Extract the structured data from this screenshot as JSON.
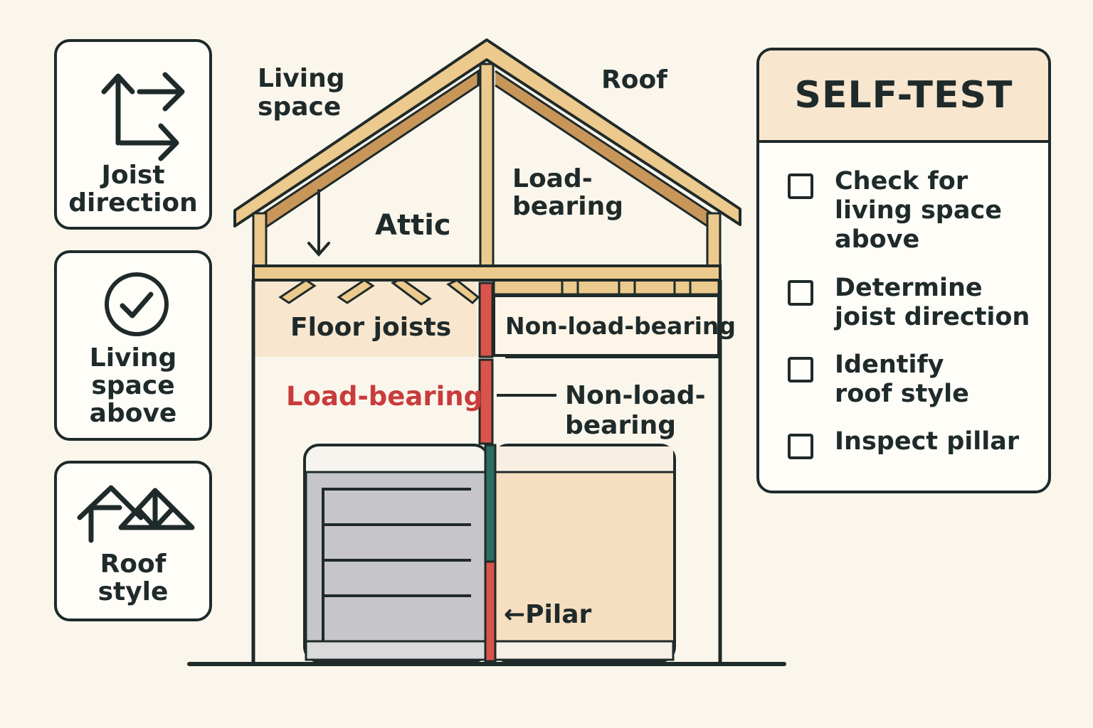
{
  "cards": [
    {
      "label": "Joist\ndirection",
      "icon": "joist-arrows-icon"
    },
    {
      "label": "Living\nspace\nabove",
      "icon": "check-circle-icon"
    },
    {
      "label": "Roof\nstyle",
      "icon": "roof-truss-icon"
    }
  ],
  "diagram": {
    "living_space": [
      "Living",
      "space"
    ],
    "roof": "Roof",
    "attic": "Attic",
    "load_bearing_upper": [
      "Load-",
      "bearing"
    ],
    "floor_joists": "Floor joists",
    "non_load_bearing_upper": "Non-load-bearing",
    "load_bearing_lower": "Load-bearing",
    "non_load_bearing_lower": [
      "Non-load-",
      "bearing"
    ],
    "pilar": "←Pilar"
  },
  "selftest": {
    "title": "SELF-TEST",
    "items": [
      "Check for\nliving space\nabove",
      "Determine\njoist direction",
      "Identify\nroof style",
      "Inspect pillar"
    ]
  },
  "colors": {
    "outline": "#1f2a2a",
    "wood": "#ecc98c",
    "wood_dark": "#c9965a",
    "load_bearing_red": "#c93c3c",
    "beam_red": "#d9544a",
    "pillar_green": "#2a6e62",
    "garage_gray": "#c6c6c8",
    "panel_beige": "#f5dfc0",
    "background": "#fbf6ec"
  }
}
